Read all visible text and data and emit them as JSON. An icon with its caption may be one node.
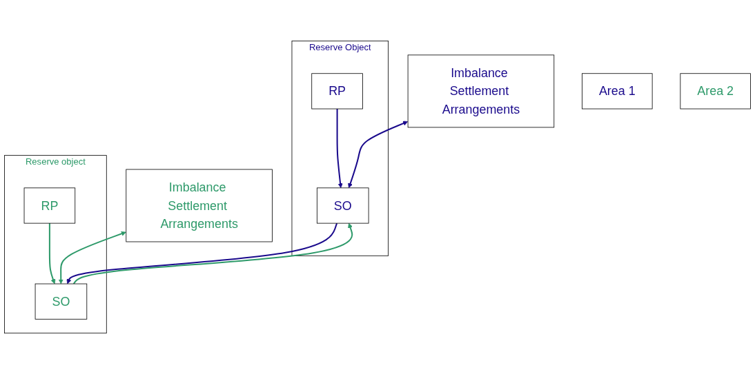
{
  "diagram": {
    "nodes": [
      {
        "text": [
          "Imbalance Settlement Arrangements"
        ]
      },
      {
        "text": [
          "Imbalance Settlement Arrangements"
        ]
      },
      {
        "text": [
          "Area 1"
        ]
      },
      {
        "text": [
          "Area 2"
        ]
      },
      {
        "text": [
          "Reserve Object"
        ]
      },
      {
        "text": [
          "SO"
        ],
        "in": 4
      },
      {
        "text": [
          "RP"
        ],
        "in": 4
      },
      {
        "text": [
          "Reserve object"
        ]
      },
      {
        "text": [
          "SO"
        ],
        "in": 7
      },
      {
        "text": [
          "RP"
        ],
        "in": 7
      }
    ],
    "edges": [
      {
        "from": 0,
        "to": 5,
        "arrow": "both",
        "color": "#1a0a8c"
      },
      {
        "from": 1,
        "to": 8,
        "arrow": "both",
        "color": "#2e9a6a"
      },
      {
        "from": 8,
        "to": 5,
        "arrow": "to",
        "color": "#2e9a6a"
      },
      {
        "from": 5,
        "to": 8,
        "arrow": "to",
        "color": "#1a0a8c"
      },
      {
        "from": 6,
        "to": 5,
        "arrow": "to",
        "color": "#1a0a8c"
      },
      {
        "from": 9,
        "to": 8,
        "arrow": "to",
        "color": "#2e9a6a"
      }
    ]
  }
}
